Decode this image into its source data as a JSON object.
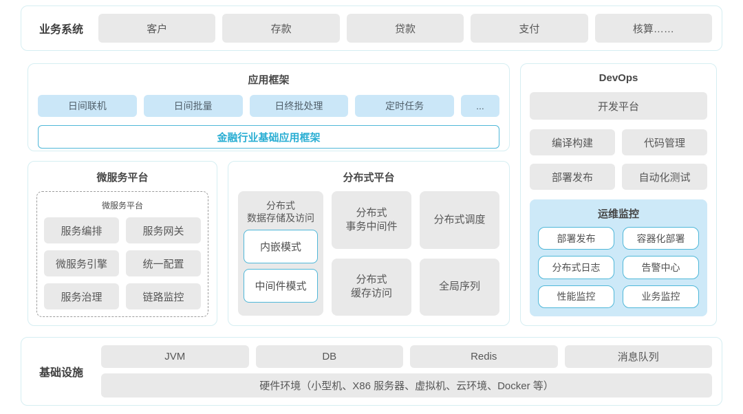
{
  "colors": {
    "accent_teal_border": "#4eb7d8",
    "accent_teal_text": "#2aaed3",
    "light_blue_fill": "#cbe7f8",
    "ops_monitor_fill": "#cde9f8",
    "gray_fill": "#e9e9e9",
    "card_border": "#d5eef2"
  },
  "business_system": {
    "label": "业务系统",
    "items": [
      "客户",
      "存款",
      "贷款",
      "支付",
      "核算……"
    ]
  },
  "app_framework": {
    "title": "应用框架",
    "modules": [
      "日间联机",
      "日间批量",
      "日终批处理",
      "定时任务",
      "..."
    ],
    "base_framework": "金融行业基础应用框架"
  },
  "microservice_platform": {
    "title": "微服务平台",
    "inner_title": "微服务平台",
    "items": [
      "服务编排",
      "服务网关",
      "微服务引擎",
      "统一配置",
      "服务治理",
      "链路监控"
    ]
  },
  "distributed_platform": {
    "title": "分布式平台",
    "storage": {
      "label": "分布式\n数据存储及访问",
      "modes": [
        "内嵌模式",
        "中间件模式"
      ]
    },
    "cells": [
      "分布式\n事务中间件",
      "分布式调度",
      "分布式\n缓存访问",
      "全局序列"
    ]
  },
  "devops": {
    "title": "DevOps",
    "dev_platform": "开发平台",
    "tools": [
      "编译构建",
      "代码管理",
      "部署发布",
      "自动化测试"
    ],
    "ops_monitor": {
      "title": "运维监控",
      "items": [
        "部署发布",
        "容器化部署",
        "分布式日志",
        "告警中心",
        "性能监控",
        "业务监控"
      ]
    }
  },
  "infrastructure": {
    "label": "基础设施",
    "items": [
      "JVM",
      "DB",
      "Redis",
      "消息队列"
    ],
    "hardware": "硬件环境（小型机、X86 服务器、虚拟机、云环境、Docker 等）"
  }
}
